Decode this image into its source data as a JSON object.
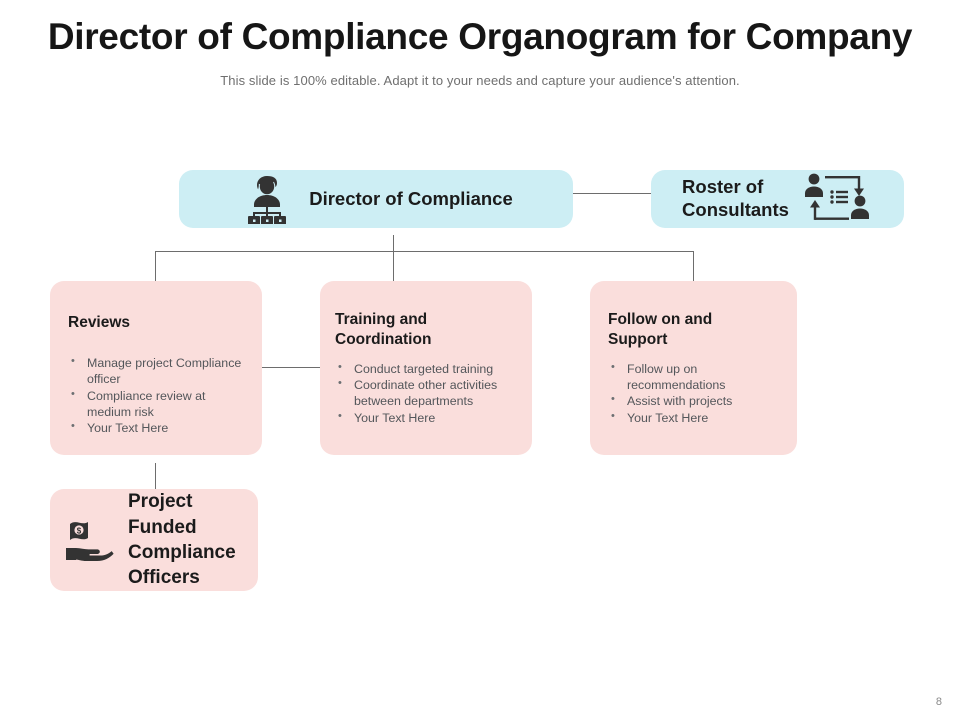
{
  "header": {
    "title": "Director of Compliance Organogram for Company",
    "subtitle": "This slide is 100% editable. Adapt it to your needs and capture your audience's attention."
  },
  "colors": {
    "blue_face": "#cdeef4",
    "blue_base": "#2c9aad",
    "pink_face": "#fadedc",
    "pink_base": "#ef7f72",
    "icon": "#333333",
    "connector": "#6d6d6d",
    "title_text": "#161616",
    "body_text": "#53565a"
  },
  "nodes": {
    "director": {
      "title": "Director of Compliance",
      "icon": "person-org-chart-icon"
    },
    "roster": {
      "title": "Roster of\nConsultants",
      "icon": "people-cycle-list-icon"
    },
    "reviews": {
      "heading": "Reviews",
      "bullets": [
        "Manage project Compliance officer",
        "Compliance review at medium risk",
        "Your Text Here"
      ]
    },
    "training": {
      "heading": "Training and\nCoordination",
      "bullets": [
        "Conduct targeted training",
        "Coordinate other activities between departments",
        "Your Text Here"
      ]
    },
    "follow_on": {
      "heading": "Follow on and\nSupport",
      "bullets": [
        "Follow up on recommendations",
        "Assist with projects",
        "Your Text Here"
      ]
    },
    "project_funded": {
      "label": "Project\nFunded\nCompliance\nOfficers",
      "icon": "hand-holding-money-icon"
    }
  },
  "footer": {
    "page_number": "8"
  }
}
